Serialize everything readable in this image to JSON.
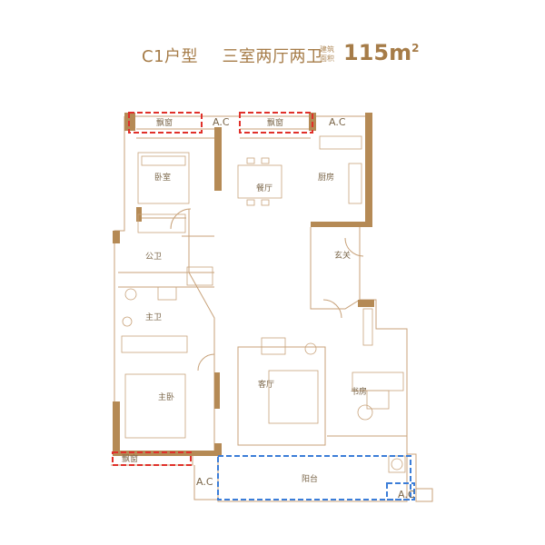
{
  "header": {
    "unit_type": "C1户型",
    "layout_desc": "三室两厅两卫",
    "area_label_line1": "建筑",
    "area_label_line2": "面积",
    "area_value": "115",
    "area_unit": "m",
    "area_unit_sup": "2"
  },
  "rooms": {
    "bay_window_1": "飘窗",
    "bay_window_2": "飘窗",
    "bay_window_3": "飘窗",
    "ac_top_1": "A.C",
    "ac_top_2": "A.C",
    "ac_bottom_left": "A.C",
    "ac_bottom_right": "A.C",
    "bedroom": "卧室",
    "dining": "餐厅",
    "kitchen": "厨房",
    "public_bath": "公卫",
    "entrance": "玄关",
    "master_bath": "主卫",
    "living": "客厅",
    "study": "书房",
    "master_bedroom": "主卧",
    "balcony": "阳台"
  },
  "colors": {
    "wall": "#b58a55",
    "line": "#c8a27a",
    "title": "#a67c48",
    "red_dash": "#e0302a",
    "blue_dash": "#3b7dd8"
  }
}
